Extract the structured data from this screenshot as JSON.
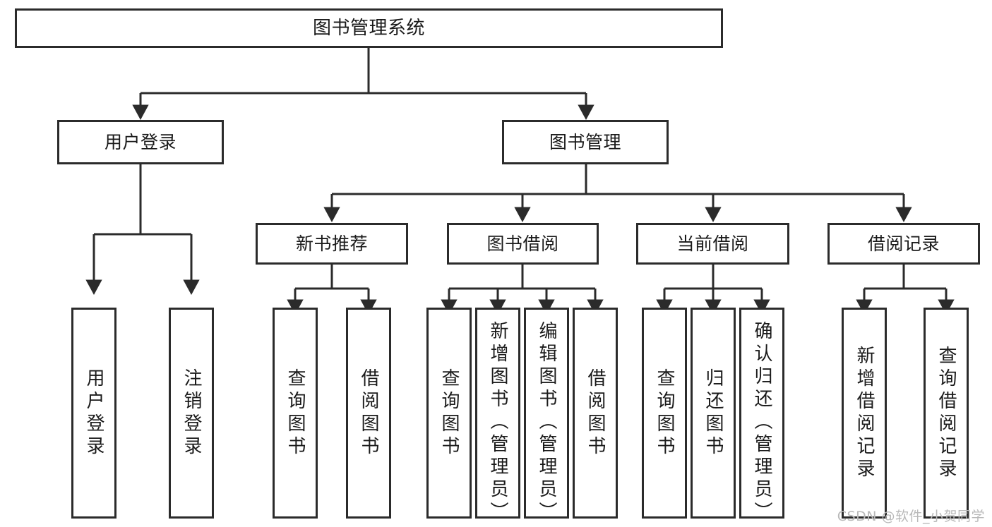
{
  "diagram": {
    "title": "图书管理系统",
    "type": "功能结构图",
    "watermark": "CSDN @软件_小贺同学",
    "colors": {
      "stroke": "#2b2b2b",
      "fill": "#ffffff",
      "text": "#1a1a1a",
      "watermark": "#b9b9b9"
    },
    "levels": {
      "root": {
        "label": "图书管理系统"
      },
      "level2": [
        {
          "id": "user-login",
          "label": "用户登录"
        },
        {
          "id": "book-manage",
          "label": "图书管理"
        }
      ],
      "level3": [
        {
          "id": "new-book-rec",
          "label": "新书推荐",
          "parent": "book-manage"
        },
        {
          "id": "book-borrow",
          "label": "图书借阅",
          "parent": "book-manage"
        },
        {
          "id": "current-borrow",
          "label": "当前借阅",
          "parent": "book-manage"
        },
        {
          "id": "borrow-record",
          "label": "借阅记录",
          "parent": "book-manage"
        }
      ],
      "leaves": [
        {
          "id": "leaf-user-login",
          "label": "用户登录",
          "parent": "user-login"
        },
        {
          "id": "leaf-user-logout",
          "label": "注销登录",
          "parent": "user-login"
        },
        {
          "id": "leaf-query-book-1",
          "label": "查询图书",
          "parent": "new-book-rec"
        },
        {
          "id": "leaf-borrow-book-1",
          "label": "借阅图书",
          "parent": "new-book-rec"
        },
        {
          "id": "leaf-query-book-2",
          "label": "查询图书",
          "parent": "book-borrow"
        },
        {
          "id": "leaf-add-book",
          "label": "新增图书（管理员）",
          "parent": "book-borrow"
        },
        {
          "id": "leaf-edit-book",
          "label": "编辑图书（管理员）",
          "parent": "book-borrow"
        },
        {
          "id": "leaf-borrow-book-2",
          "label": "借阅图书",
          "parent": "book-borrow"
        },
        {
          "id": "leaf-query-book-3",
          "label": "查询图书",
          "parent": "current-borrow"
        },
        {
          "id": "leaf-return-book",
          "label": "归还图书",
          "parent": "current-borrow"
        },
        {
          "id": "leaf-confirm-return",
          "label": "确认归还（管理员）",
          "parent": "current-borrow"
        },
        {
          "id": "leaf-add-record",
          "label": "新增借阅记录",
          "parent": "borrow-record"
        },
        {
          "id": "leaf-query-record",
          "label": "查询借阅记录",
          "parent": "borrow-record"
        }
      ]
    }
  }
}
